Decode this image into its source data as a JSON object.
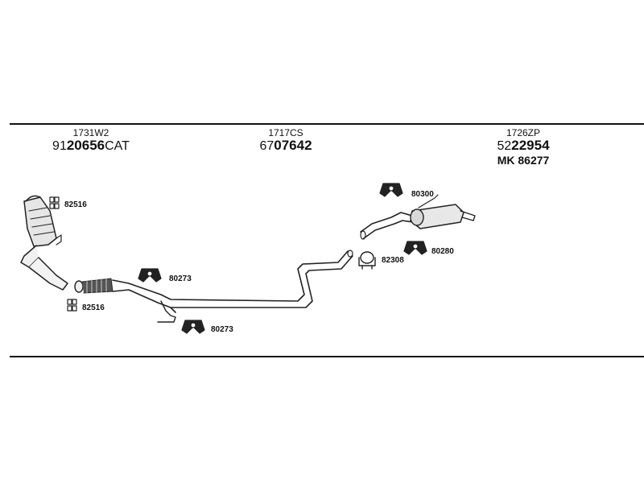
{
  "sections": [
    {
      "id": "front",
      "small_code": "1731W2",
      "big_code": {
        "prefix": "91",
        "main": "20656",
        "suffix": "CAT"
      }
    },
    {
      "id": "middle",
      "small_code": "1717CS",
      "big_code": {
        "prefix": "67",
        "main": "07642",
        "suffix": ""
      }
    },
    {
      "id": "rear",
      "small_code": "1726ZP",
      "big_code": {
        "prefix": "52",
        "main": "22954",
        "suffix": ""
      },
      "alt_code": "MK  86277"
    }
  ],
  "part_labels": {
    "clamp_front_top": "82516",
    "clamp_front_bottom": "82516",
    "hanger_mid_top": "80273",
    "hanger_mid_bottom": "80273",
    "hanger_rear_top": "80300",
    "clamp_rear": "82308",
    "hanger_rear_bottom": "80280"
  }
}
